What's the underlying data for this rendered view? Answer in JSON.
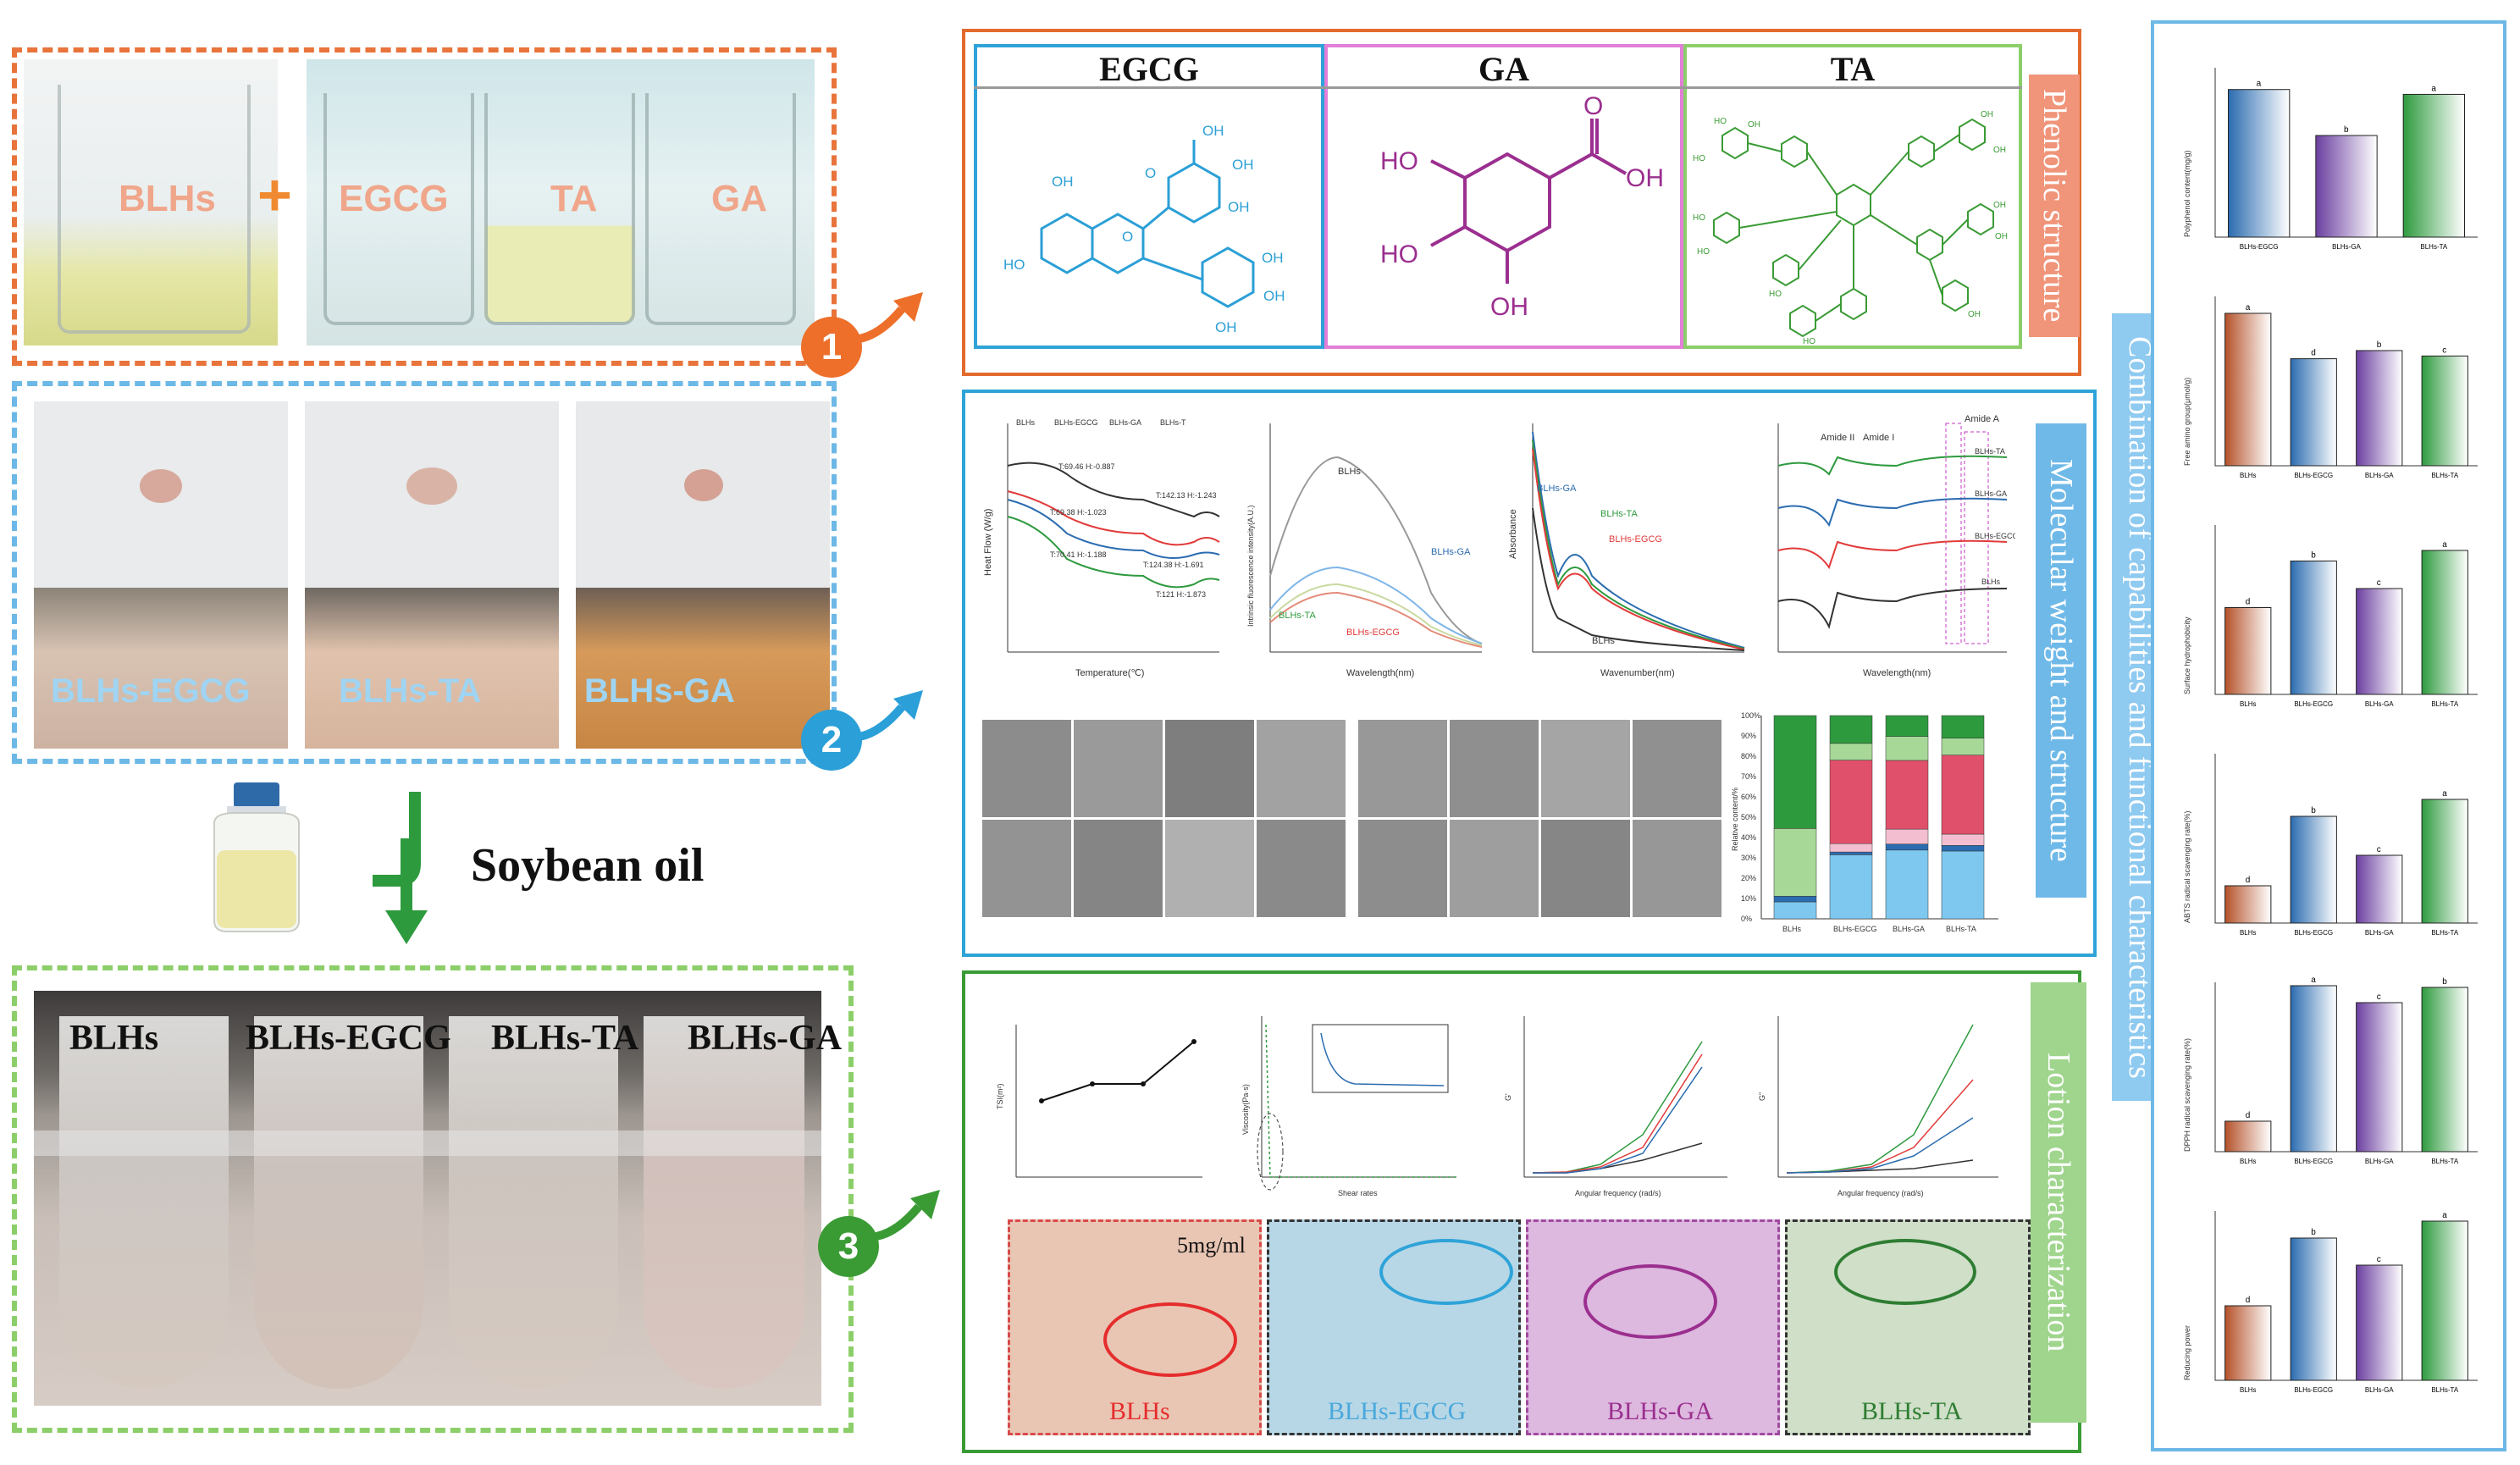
{
  "step1": {
    "labels": [
      "BLHs",
      "EGCG",
      "TA",
      "GA"
    ],
    "plus": "+",
    "number": "1"
  },
  "step2": {
    "labels": [
      "BLHs-EGCG",
      "BLHs-TA",
      "BLHs-GA"
    ],
    "number": "2"
  },
  "oil": {
    "label": "Soybean oil"
  },
  "step3": {
    "labels": [
      "BLHs",
      "BLHs-EGCG",
      "BLHs-TA",
      "BLHs-GA"
    ],
    "number": "3"
  },
  "phenolic": {
    "tab": "Phenolic structure",
    "titles": [
      "EGCG",
      "GA",
      "TA"
    ],
    "ga_atoms": [
      "HO",
      "HO",
      "OH",
      "OH",
      "O",
      "OH"
    ]
  },
  "molecular": {
    "tab": "Molecular weight and structure",
    "dsc": {
      "legend": [
        "BLHs",
        "BLHs-EGCG",
        "BLHs-GA",
        "BLHs-T"
      ],
      "xlabel": "Temperature(℃)",
      "ylabel": "Heat Flow (W/g)",
      "annotations": [
        "T:69.46 H:-0.887",
        "T:69.38 H:-1.023",
        "T:70.41 H:-1.188",
        "T:142.13 H:-1.243",
        "T:121 H:-1.873",
        "T:124.38 H:-1.691"
      ]
    },
    "fluor": {
      "xlabel": "Wavelength(nm)",
      "ylabel": "Intrinsic fluorescence intensity(A.U.)",
      "series_labels": [
        "BLHs",
        "BLHs-GA",
        "BLHs-TA",
        "BLHs-EGCG"
      ]
    },
    "uv": {
      "xlabel": "Wavenumber(nm)",
      "ylabel": "Absorbance",
      "series_labels": [
        "BLHs-GA",
        "BLHs-TA",
        "BLHs-EGCG",
        "BLHs"
      ]
    },
    "ftir": {
      "xlabel": "Wavelength(nm)",
      "band_labels": [
        "Amide II",
        "Amide I",
        "Amide A"
      ],
      "series_labels": [
        "BLHs-TA",
        "BLHs-GA",
        "BLHs-EGCG",
        "BLHs"
      ]
    },
    "sec_chart": {
      "ylabel": "Relative content/%",
      "categories": [
        "BLHs",
        "BLHs-EGCG",
        "BLHs-GA",
        "BLHs-TA"
      ],
      "yticks": [
        "0%",
        "10%",
        "20%",
        "30%",
        "40%",
        "50%",
        "60%",
        "70%",
        "80%",
        "90%",
        "100%"
      ]
    }
  },
  "lotion": {
    "tab": "Lotion characterization",
    "tsi_ylabel": "TSI(m²)",
    "visc": {
      "xlabel": "Shear rates",
      "ylabel": "Viscosity(Pa·s)"
    },
    "gp": {
      "xlabel": "Angular frequency (rad/s)",
      "ylabel": "G'"
    },
    "gpp": {
      "xlabel": "Angular frequency (rad/s)",
      "ylabel": "G''"
    },
    "micro_labels": [
      "BLHs",
      "BLHs-EGCG",
      "BLHs-GA",
      "BLHs-TA"
    ],
    "concentration": "5mg/ml"
  },
  "capabilities": {
    "tab": "Combination of capabilities and functional characteristics",
    "charts": [
      {
        "ylabel": "Polyphenol content(mg/g)",
        "categories": [
          "BLHs-EGCG",
          "BLHs-GA",
          "BLHs-TA"
        ],
        "values": [
          30.5,
          21,
          29.5
        ],
        "ymax": 35,
        "letters": [
          "a",
          "b",
          "a"
        ]
      },
      {
        "ylabel": "Free amino group(μmol/g)",
        "categories": [
          "BLHs",
          "BLHs-EGCG",
          "BLHs-GA",
          "BLHs-TA"
        ],
        "values": [
          2.25,
          1.58,
          1.7,
          1.62
        ],
        "ymax": 2.5,
        "letters": [
          "a",
          "d",
          "b",
          "c"
        ]
      },
      {
        "ylabel": "Surface hydrophobicity",
        "categories": [
          "BLHs",
          "BLHs-EGCG",
          "BLHs-GA",
          "BLHs-TA"
        ],
        "values": [
          410,
          630,
          500,
          680
        ],
        "ymax": 800,
        "letters": [
          "d",
          "b",
          "c",
          "a"
        ]
      },
      {
        "ylabel": "ABTS radical scavenging rate(%)",
        "categories": [
          "BLHs",
          "BLHs-EGCG",
          "BLHs-GA",
          "BLHs-TA"
        ],
        "values": [
          22,
          63,
          40,
          73
        ],
        "ymax": 100,
        "letters": [
          "d",
          "b",
          "c",
          "a"
        ]
      },
      {
        "ylabel": "DPPH radical scavenging rate(%)",
        "categories": [
          "BLHs",
          "BLHs-EGCG",
          "BLHs-GA",
          "BLHs-TA"
        ],
        "values": [
          18,
          98,
          88,
          97
        ],
        "ymax": 100,
        "letters": [
          "d",
          "a",
          "c",
          "b"
        ]
      },
      {
        "ylabel": "Reducing power",
        "categories": [
          "BLHs",
          "BLHs-EGCG",
          "BLHs-GA",
          "BLHs-TA"
        ],
        "values": [
          0.22,
          0.42,
          0.34,
          0.47
        ],
        "ymax": 0.5,
        "letters": [
          "d",
          "b",
          "c",
          "a"
        ]
      }
    ],
    "colors": [
      "#b4522a",
      "#2b6cb0",
      "#6b3fa0",
      "#2e9a3e"
    ]
  }
}
